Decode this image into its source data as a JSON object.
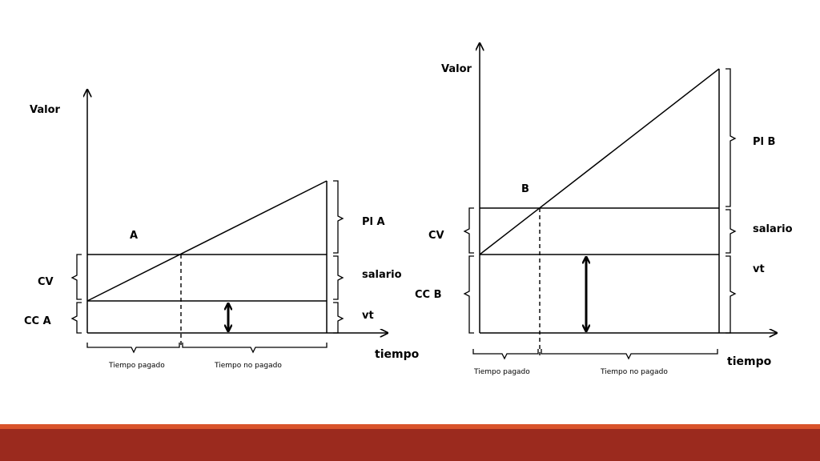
{
  "left_diagram": {
    "y_axis_label": "Valor",
    "x_axis_label": "tiempo",
    "point_label": "A",
    "cv_label": "CV",
    "cc_label": "CC A",
    "pl_label": "Pl A",
    "salario_label": "salario",
    "vt_label": "vt",
    "paid_time_label": "Tiempo pagado",
    "unpaid_time_label": "Tiempo no pagado"
  },
  "right_diagram": {
    "y_axis_label": "Valor",
    "x_axis_label": "tiempo",
    "point_label": "B",
    "cv_label": "CV",
    "cc_label": "CC B",
    "pl_label": "Pl B",
    "salario_label": "salario",
    "vt_label": "vt",
    "paid_time_label": "Tiempo pagado",
    "unpaid_time_label": "Tiempo no pagado"
  },
  "colors": {
    "footer_bar": "#9b2a1e",
    "footer_accent": "#d9532b",
    "line": "#000000"
  }
}
